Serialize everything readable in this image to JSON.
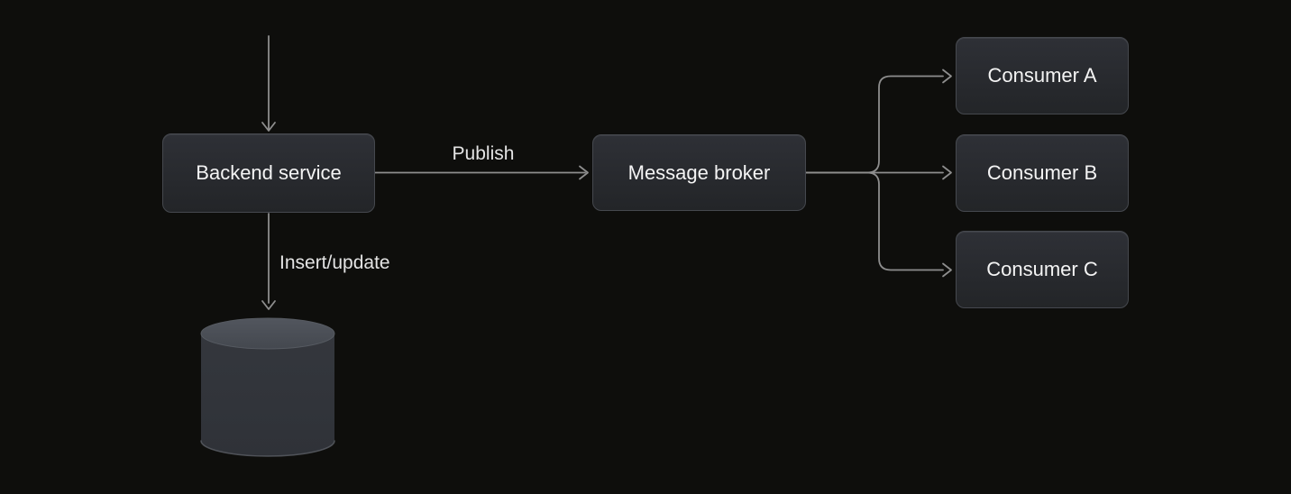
{
  "diagram": {
    "nodes": {
      "backend": {
        "label": "Backend service"
      },
      "broker": {
        "label": "Message broker"
      },
      "consumer_a": {
        "label": "Consumer A"
      },
      "consumer_b": {
        "label": "Consumer B"
      },
      "consumer_c": {
        "label": "Consumer C"
      }
    },
    "edges": {
      "publish": {
        "label": "Publish"
      },
      "insert_update": {
        "label": "Insert/update"
      }
    },
    "database": {
      "name": "database-cylinder"
    }
  },
  "colors": {
    "background": "#0e0e0c",
    "node_fill_top": "#2e3036",
    "node_fill_bottom": "#232528",
    "node_border": "#45484e",
    "node_text": "#f4f4f4",
    "edge_line": "#8e8e8e",
    "edge_label": "#e4e4e4",
    "db_body": "#32353b",
    "db_top": "#4b4f57",
    "db_rim": "#585c63"
  }
}
